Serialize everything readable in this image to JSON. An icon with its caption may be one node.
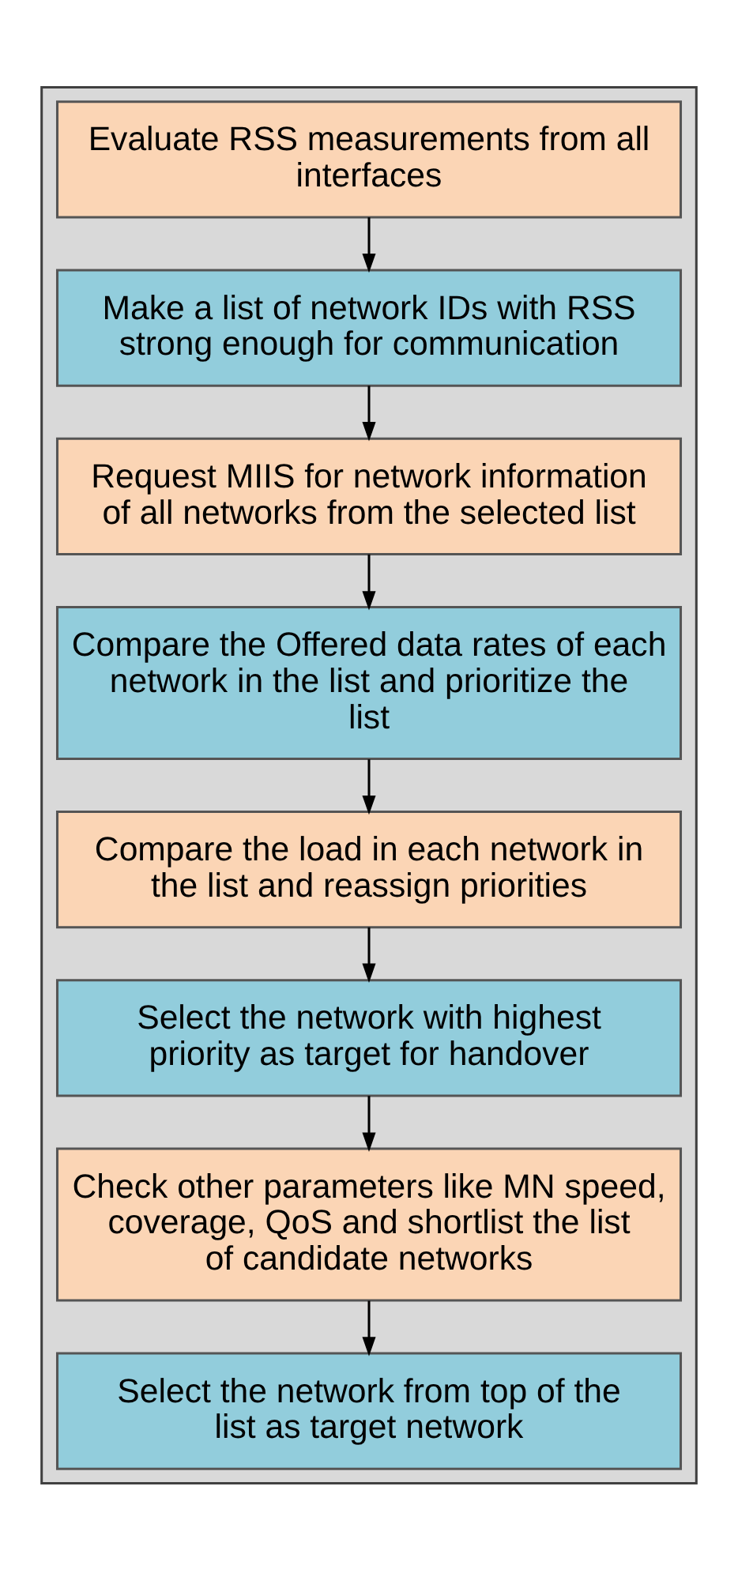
{
  "diagram": {
    "nodes": [
      {
        "text": [],
        "shape": "box"
      },
      {
        "text": [
          "Evaluate RSS measurements from all interfaces"
        ],
        "in": 0
      },
      {
        "text": [
          "Make a list of network IDs with RSS strong enough for communication"
        ],
        "in": 0
      },
      {
        "text": [
          "Request MIIS for network information of all networks from the selected list"
        ],
        "in": 0
      },
      {
        "text": [
          "Compare the Offered data rates of each network in the list and prioritize the list"
        ],
        "in": 0
      },
      {
        "text": [
          "Compare the load in each network in the list and reassign priorities"
        ],
        "in": 0
      },
      {
        "text": [
          "Select the network with highest priority as target for handover"
        ],
        "in": 0
      },
      {
        "text": [
          "Check other parameters like MN speed, coverage, QoS and shortlist the list of candidate networks"
        ],
        "in": 0
      },
      {
        "text": [
          "Select the network from top of the list as target network"
        ],
        "in": 0
      }
    ],
    "edges": [
      {
        "from": 1,
        "to": 2,
        "arrow": "to"
      },
      {
        "from": 2,
        "to": 3,
        "arrow": "to"
      },
      {
        "from": 3,
        "to": 4,
        "arrow": "to"
      },
      {
        "from": 4,
        "to": 5,
        "arrow": "to"
      },
      {
        "from": 5,
        "to": 6,
        "arrow": "to"
      },
      {
        "from": 6,
        "to": 7,
        "arrow": "to"
      },
      {
        "from": 7,
        "to": 8,
        "arrow": "to"
      }
    ]
  }
}
